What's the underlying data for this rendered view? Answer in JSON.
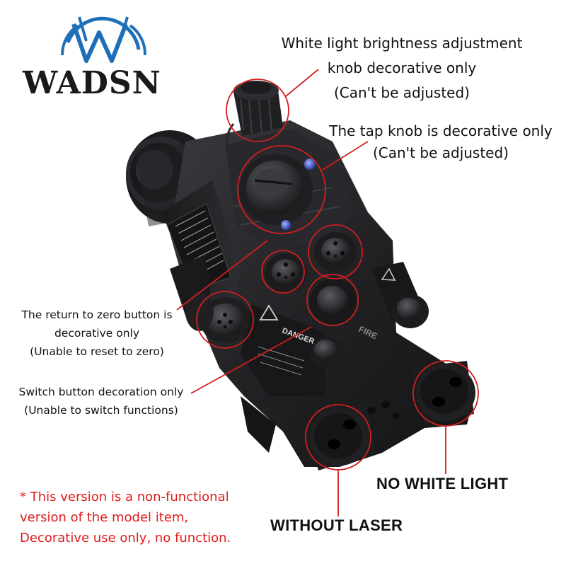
{
  "brand": {
    "name": "WADSN"
  },
  "annotations": {
    "brightness_knob": [
      "White light brightness adjustment",
      "knob decorative only",
      "(Can't be adjusted)"
    ],
    "tap_knob": [
      "The tap knob is decorative only",
      "(Can't be adjusted)"
    ],
    "zero_button": [
      "The return to zero button is",
      "decorative only",
      "(Unable to reset to zero)"
    ],
    "switch_button": [
      "Switch button decoration only",
      "(Unable to switch functions)"
    ]
  },
  "labels": {
    "no_white_light": "NO WHITE LIGHT",
    "without_laser": "WITHOUT LASER"
  },
  "disclaimer": [
    "* This version is a non-functional",
    "version of the model item,",
    "Decorative use only, no function."
  ],
  "device_markings": {
    "danger": "DANGER",
    "fire": "FIRE"
  },
  "colors": {
    "callout_red": "#d21e1e",
    "disclaimer_red": "#e01b1b",
    "logo_blue": "#1f6fb8",
    "device_black": "#1c1c1e",
    "text": "#111111"
  }
}
